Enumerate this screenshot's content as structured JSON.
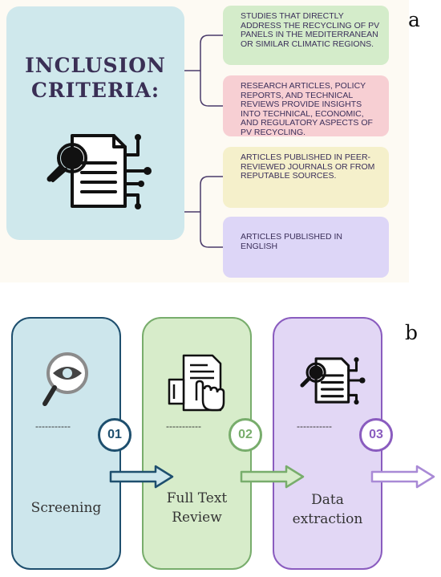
{
  "panel_a": {
    "label": "a",
    "title_line1": "INCLUSION",
    "title_line2": "CRITERIA:",
    "icon": "document-magnifier-circuit-icon",
    "criteria": [
      {
        "text": "STUDIES THAT DIRECTLY ADDRESS THE RECYCLING OF PV PANELS IN THE MEDITERRANEAN OR SIMILAR CLIMATIC REGIONS.",
        "color": "#d4ecca"
      },
      {
        "text": "RESEARCH ARTICLES, POLICY REPORTS, AND TECHNICAL REVIEWS PROVIDE INSIGHTS INTO TECHNICAL, ECONOMIC, AND REGULATORY ASPECTS OF PV RECYCLING.",
        "color": "#f7cfd3"
      },
      {
        "text": "ARTICLES PUBLISHED IN PEER-REVIEWED JOURNALS OR FROM REPUTABLE SOURCES.",
        "color": "#f5f0cb"
      },
      {
        "text": "ARTICLES PUBLISHED IN ENGLISH",
        "color": "#ddd6f7"
      }
    ]
  },
  "panel_b": {
    "label": "b",
    "dashes": "-----------",
    "steps": [
      {
        "number": "01",
        "label": "Screening",
        "icon": "eye-magnifier-icon",
        "color": "#1e4f6e"
      },
      {
        "number": "02",
        "label": "Full Text Review",
        "icon": "document-hand-icon",
        "color": "#78ad6c"
      },
      {
        "number": "03",
        "label": "Data extraction",
        "icon": "document-magnifier-circuit-icon",
        "color": "#8a5cbf"
      }
    ]
  }
}
